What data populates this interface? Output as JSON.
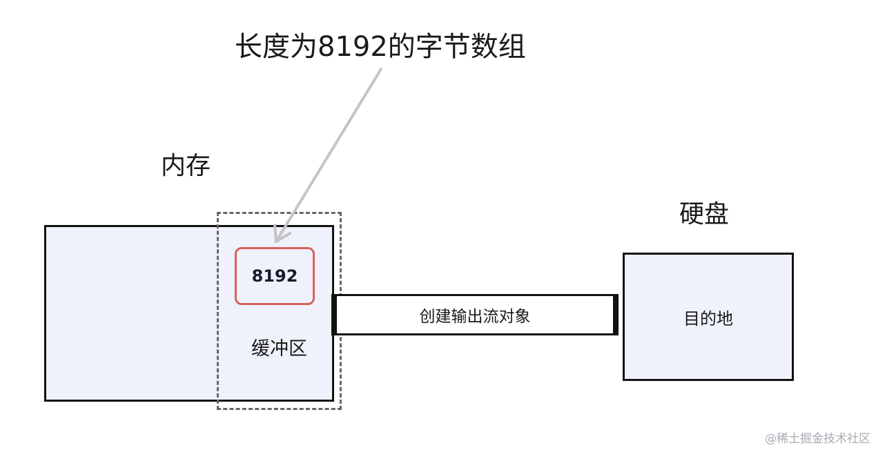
{
  "title": "长度为8192的字节数组",
  "memory": {
    "label": "内存"
  },
  "buffer": {
    "size": "8192",
    "label": "缓冲区"
  },
  "stream": {
    "label": "创建输出流对象"
  },
  "disk": {
    "label": "硬盘",
    "destination_label": "目的地"
  },
  "watermark": "@稀土掘金技术社区",
  "colors": {
    "box_fill": "#eff2fa",
    "outline": "#111111",
    "buffer_highlight": "#d9605c",
    "dashed_border": "#666666",
    "arrow": "#c4c4c4"
  }
}
